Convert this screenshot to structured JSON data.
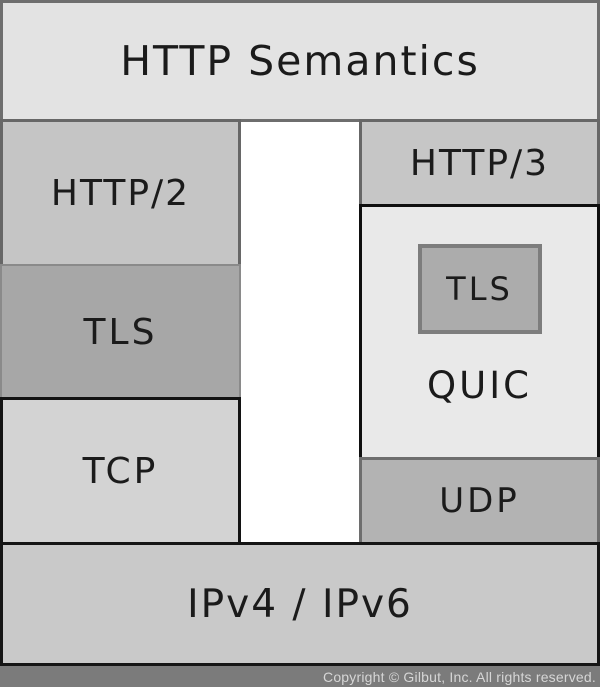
{
  "diagram": {
    "title": "HTTP Semantics",
    "left_stack": {
      "http2_label": "HTTP/2",
      "tls_label": "TLS",
      "tcp_label": "TCP"
    },
    "right_stack": {
      "http3_label": "HTTP/3",
      "quic_label": "QUIC",
      "quic_tls_label": "TLS",
      "udp_label": "UDP"
    },
    "network_label": "IPv4 / IPv6"
  },
  "footer": {
    "copyright": "Copyright © Gilbut, Inc. All rights reserved."
  },
  "colors": {
    "title_bg": "#e3e3e3",
    "http2_bg": "#c5c5c5",
    "tls_left_bg": "#a7a7a7",
    "tcp_bg": "#d3d3d3",
    "http3_bg": "#c6c6c6",
    "quic_bg": "#e9e9e9",
    "quic_tls_bg": "#acacac",
    "udp_bg": "#b3b3b3",
    "ip_bg": "#c9c9c9",
    "footer_bg": "#7b7b7b",
    "footer_text": "#d6d6d6",
    "gray_border": "#6e6e6e",
    "black_border": "#131313",
    "gap_bg": "#ffffff",
    "text": "#1b1b1b"
  }
}
